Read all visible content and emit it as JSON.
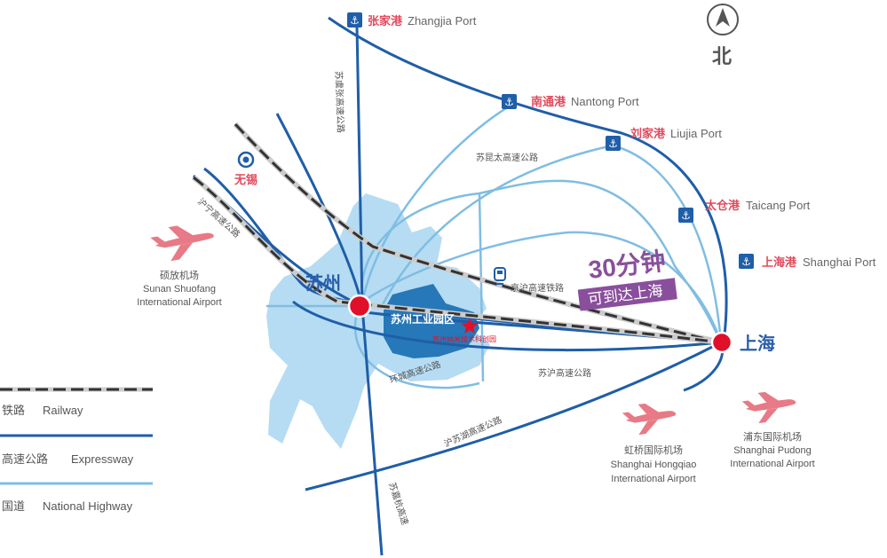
{
  "compass": {
    "north_label": "北"
  },
  "ports": [
    {
      "cn": "张家港",
      "en": "Zhangjia Port"
    },
    {
      "cn": "南通港",
      "en": "Nantong Port"
    },
    {
      "cn": "刘家港",
      "en": "Liujia Port"
    },
    {
      "cn": "太仓港",
      "en": "Taicang Port"
    },
    {
      "cn": "上海港",
      "en": "Shanghai Port"
    }
  ],
  "cities": {
    "wuxi": "无锡",
    "suzhou": "苏州",
    "shanghai": "上海",
    "sip": "苏州工业园区",
    "park": "苏州纳米技术科创园"
  },
  "roads": {
    "sujiahang_n": "苏虞张高速公路",
    "sukuntai": "苏昆太高速公路",
    "huning": "沪宁高速公路",
    "jinghu_rail": "京沪高速铁路",
    "ring": "环城高速公路",
    "suhu": "苏沪高速公路",
    "husuhu": "沪苏湖高速公路",
    "sujiahang_s": "苏嘉杭高速"
  },
  "slogan": {
    "main": "30分钟",
    "sub": "可到达上海"
  },
  "airports": [
    {
      "cn": "硕放机场",
      "en1": "Sunan Shuofang",
      "en2": "International Airport"
    },
    {
      "cn": "虹桥国际机场",
      "en1": "Shanghai Hongqiao",
      "en2": "International Airport"
    },
    {
      "cn": "浦东国际机场",
      "en1": "Shanghai Pudong",
      "en2": "International Airport"
    }
  ],
  "legend": [
    {
      "cn": "铁路",
      "en": "Railway"
    },
    {
      "cn": "高速公路",
      "en": "Expressway"
    },
    {
      "cn": "国道",
      "en": "National Highway"
    }
  ],
  "colors": {
    "lake": "#b5dcf3",
    "park": "#2678b8",
    "expressway": "#1f5ea8",
    "highway": "#80bde2",
    "railway": "#333333",
    "city_dot": "#e0102a",
    "accent_red": "#e14a5c",
    "slogan_purple": "#8a4f9c",
    "plane": "#e77a86"
  }
}
